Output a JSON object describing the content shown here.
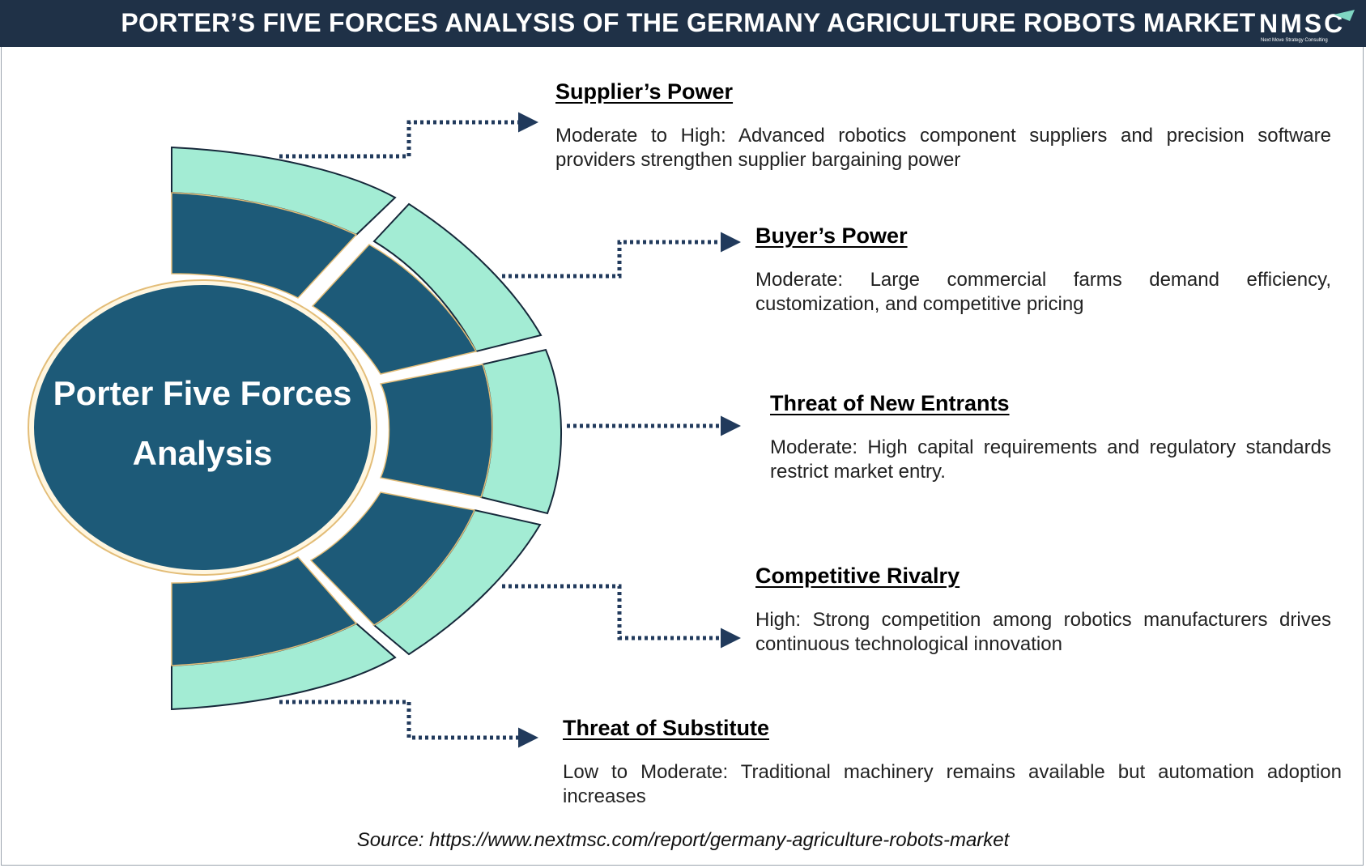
{
  "header": {
    "title": "PORTER’S FIVE FORCES ANALYSIS OF THE GERMANY AGRICULTURE ROBOTS MARKET",
    "logo_text": "NMSC",
    "logo_tagline": "Next Move Strategy Consulting"
  },
  "center": {
    "line1": "Porter Five Forces",
    "line2": "Analysis"
  },
  "forces": [
    {
      "title": "Supplier’s Power",
      "description": "Moderate to High: Advanced robotics component suppliers and precision software providers strengthen supplier bargaining power"
    },
    {
      "title": "Buyer’s Power",
      "description": "Moderate: Large commercial farms demand efficiency, customization, and competitive pricing"
    },
    {
      "title": "Threat of New Entrants",
      "description": "Moderate: High capital requirements and regulatory standards restrict market entry."
    },
    {
      "title": "Competitive Rivalry",
      "description": "High: Strong competition among robotics manufacturers drives continuous technological innovation"
    },
    {
      "title": "Threat of Substitute",
      "description": "Low to Moderate: Traditional machinery remains available but automation adoption increases"
    }
  ],
  "source": "Source: https://www.nextmsc.com/report/germany-agriculture-robots-market",
  "colors": {
    "header_bg": "#1f3147",
    "dark_segment": "#1d5a78",
    "light_segment": "#a3ecd4",
    "connector": "#213a5c",
    "segment_edge": "#e3bd78"
  }
}
